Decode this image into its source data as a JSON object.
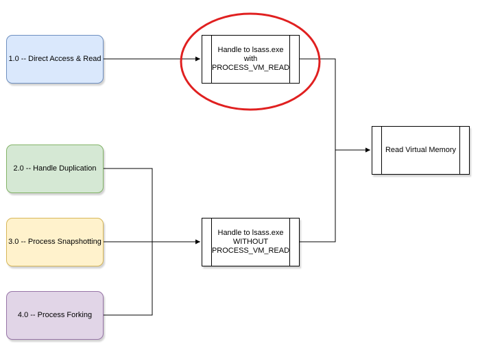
{
  "sources": [
    {
      "id": "n1",
      "label": "1.0 -- Direct Access & Read"
    },
    {
      "id": "n2",
      "label": "2.0 -- Handle Duplication"
    },
    {
      "id": "n3",
      "label": "3.0 -- Process Snapshotting"
    },
    {
      "id": "n4",
      "label": "4.0 -- Process Forking"
    }
  ],
  "handles": {
    "with": {
      "line1": "Handle to lsass.exe",
      "line2": "with",
      "line3": "PROCESS_VM_READ"
    },
    "without": {
      "line1": "Handle to lsass.exe",
      "line2": "WITHOUT",
      "line3": "PROCESS_VM_READ"
    }
  },
  "target": {
    "label": "Read Virtual Memory"
  },
  "colors": {
    "highlight_ellipse": "#e02020",
    "connector": "#000000"
  }
}
